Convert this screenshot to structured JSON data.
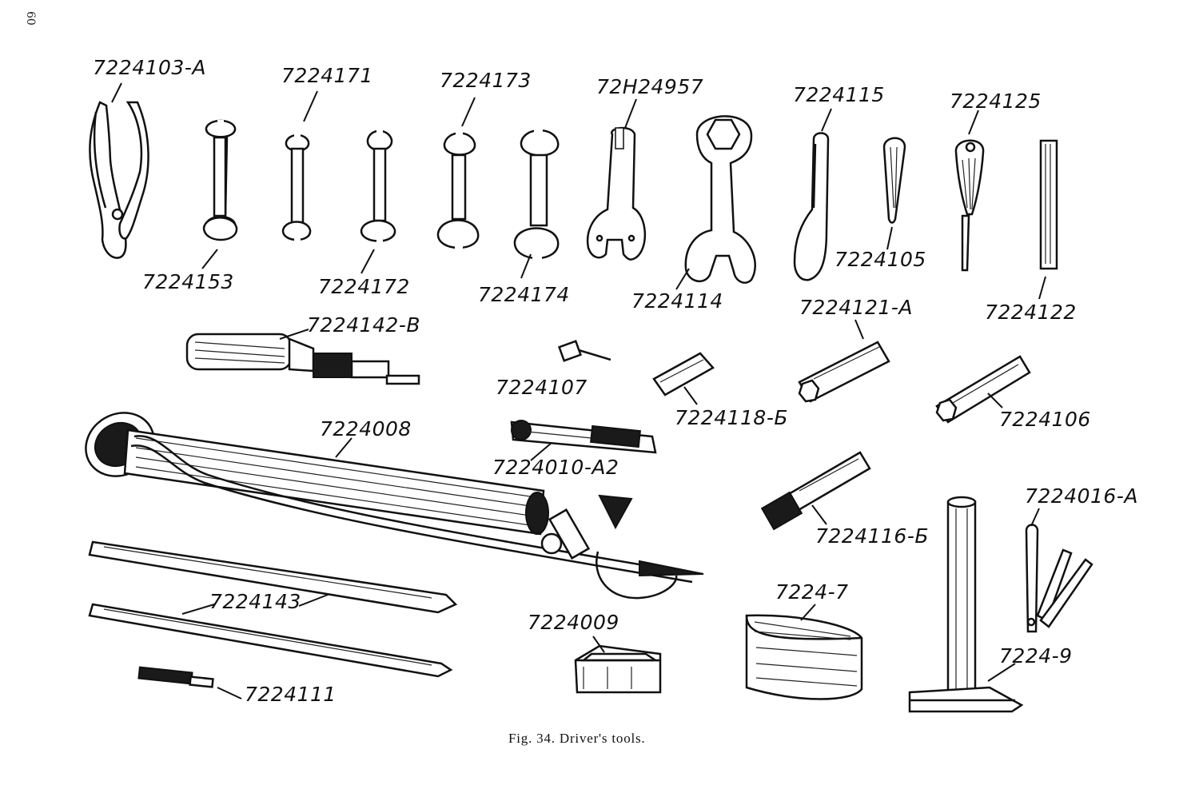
{
  "page_number": "60",
  "caption": "Fig. 34. Driver's tools.",
  "labels": {
    "pliers": "7224103-A",
    "wrench_7224171": "7224171",
    "wrench_7224173": "7224173",
    "spanner_72H24957": "72H24957",
    "hook_spanner": "7224115",
    "screwdriver_7224125": "7224125",
    "wrench_7224153": "7224153",
    "wrench_7224172": "7224172",
    "wrench_7224174": "7224174",
    "wrench_7224114": "7224114",
    "drift": "7224105",
    "box_spanner_7224121": "7224121-A",
    "rod": "7224122",
    "grease_gun": "7224142-B",
    "key": "7224107",
    "box_spanner_7224118": "7224118-Б",
    "box_spanner_7224106": "7224106",
    "pump": "7224008",
    "wrench_7224010": "7224010-A2",
    "box_spanner_7224116": "7224116-Б",
    "feeler_gauge": "7224016-A",
    "tyre_levers": "7224143",
    "bucket_block": "7224-7",
    "block": "7224009",
    "hammer": "7224-9",
    "file": "7224111"
  }
}
